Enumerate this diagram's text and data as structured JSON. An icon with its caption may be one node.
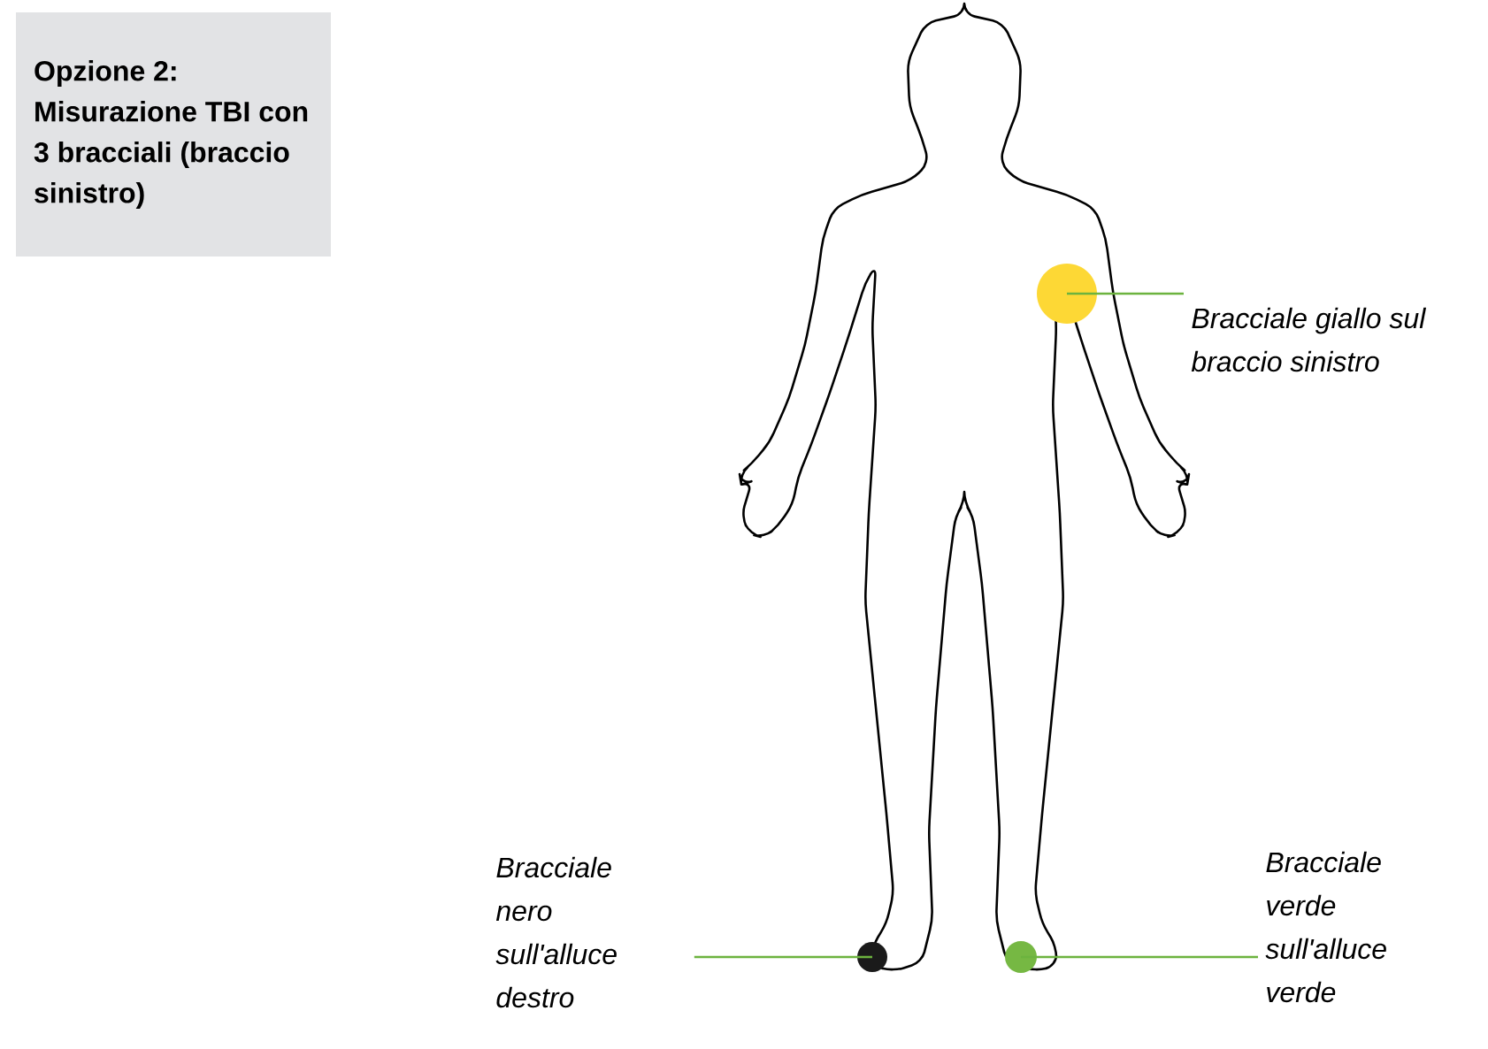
{
  "diagram": {
    "nodes": [
      {
        "text": [
          "Opzione 2: Misurazione TBI con 3 bracciali (braccio sinistro)"
        ]
      },
      {
        "text": [],
        "shape": "circle"
      },
      {
        "text": [
          "Bracciale giallo sul braccio sinistro"
        ]
      },
      {
        "text": [],
        "shape": "circle"
      },
      {
        "text": [
          "Bracciale nero sull'alluce destro"
        ]
      },
      {
        "text": [],
        "shape": "circle"
      },
      {
        "text": [
          "Bracciale verde sull'alluce verde"
        ]
      }
    ],
    "edges": [
      {
        "from": 2,
        "to": 1,
        "arrow": "none"
      },
      {
        "from": 4,
        "to": 3,
        "arrow": "none"
      },
      {
        "from": 6,
        "to": 5,
        "arrow": "none"
      }
    ]
  }
}
